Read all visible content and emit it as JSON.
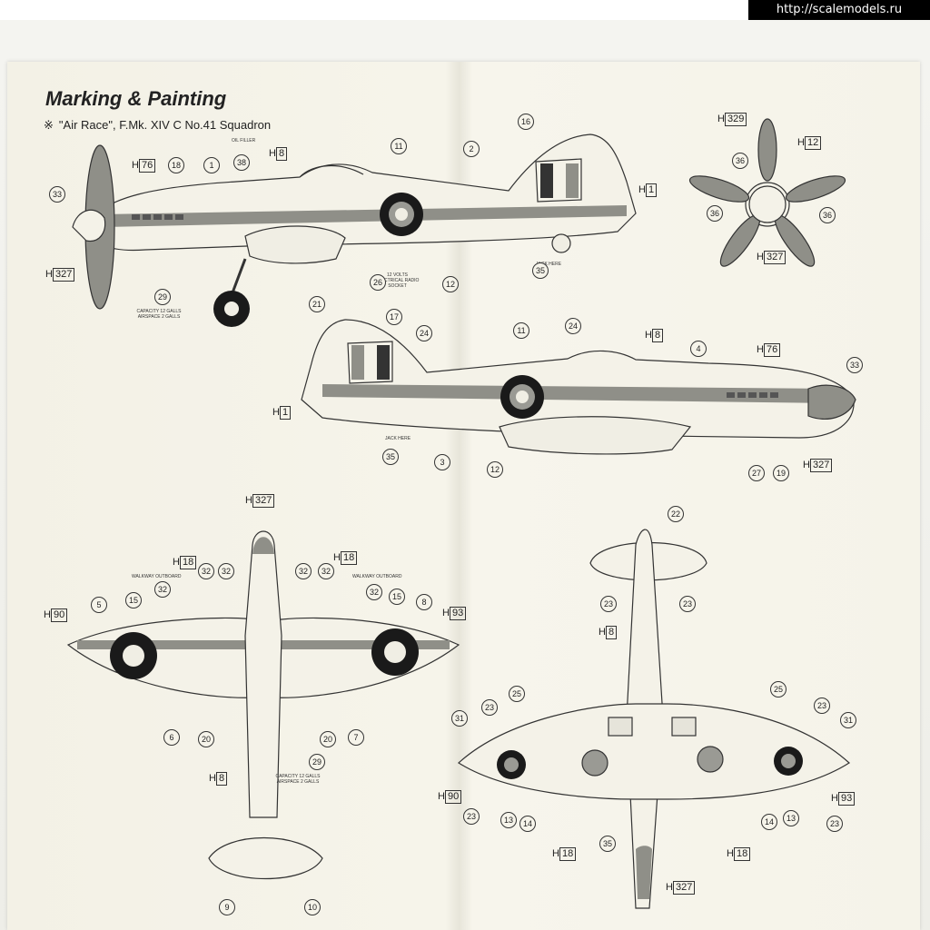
{
  "watermark": {
    "url": "http://scalemodels.ru"
  },
  "header": {
    "title": "Marking & Painting",
    "subtitle_mark": "※",
    "subtitle": "\"Air Race\", F.Mk. XIV C  No.41 Squadron"
  },
  "notes": {
    "oil_filler": "OIL FILLER",
    "jack_here": "JACK HERE",
    "radio_socket": "12 VOLTS ELECTRICAL RADIO SOCKET",
    "capacity": "CAPACITY 12 GALLS AIRSPACE 2 GALLS",
    "walkway_outboard": "WALKWAY OUTBOARD"
  },
  "callouts": {
    "c1": "1",
    "c2": "2",
    "c3": "3",
    "c4": "4",
    "c5": "5",
    "c6": "6",
    "c7": "7",
    "c8": "8",
    "c9": "9",
    "c10": "10",
    "c11": "11",
    "c12": "12",
    "c13": "13",
    "c14": "14",
    "c15": "15",
    "c16": "16",
    "c17": "17",
    "c18": "18",
    "c19": "19",
    "c20": "20",
    "c21": "21",
    "c22": "22",
    "c23": "23",
    "c24": "24",
    "c25": "25",
    "c26": "26",
    "c27": "27",
    "c29": "29",
    "c31": "31",
    "c32": "32",
    "c33": "33",
    "c35": "35",
    "c36": "36",
    "c38": "38"
  },
  "hcodes": {
    "h_prefix": "H",
    "h1": "1",
    "h8": "8",
    "h12": "12",
    "h18": "18",
    "h76": "76",
    "h90": "90",
    "h93": "93",
    "h327": "327",
    "h329": "329"
  },
  "colors": {
    "paint_band": "#8f8f88",
    "roundel_outer": "#1a1a1a",
    "roundel_mid": "#9a9a94",
    "roundel_center": "#f0eee4"
  }
}
